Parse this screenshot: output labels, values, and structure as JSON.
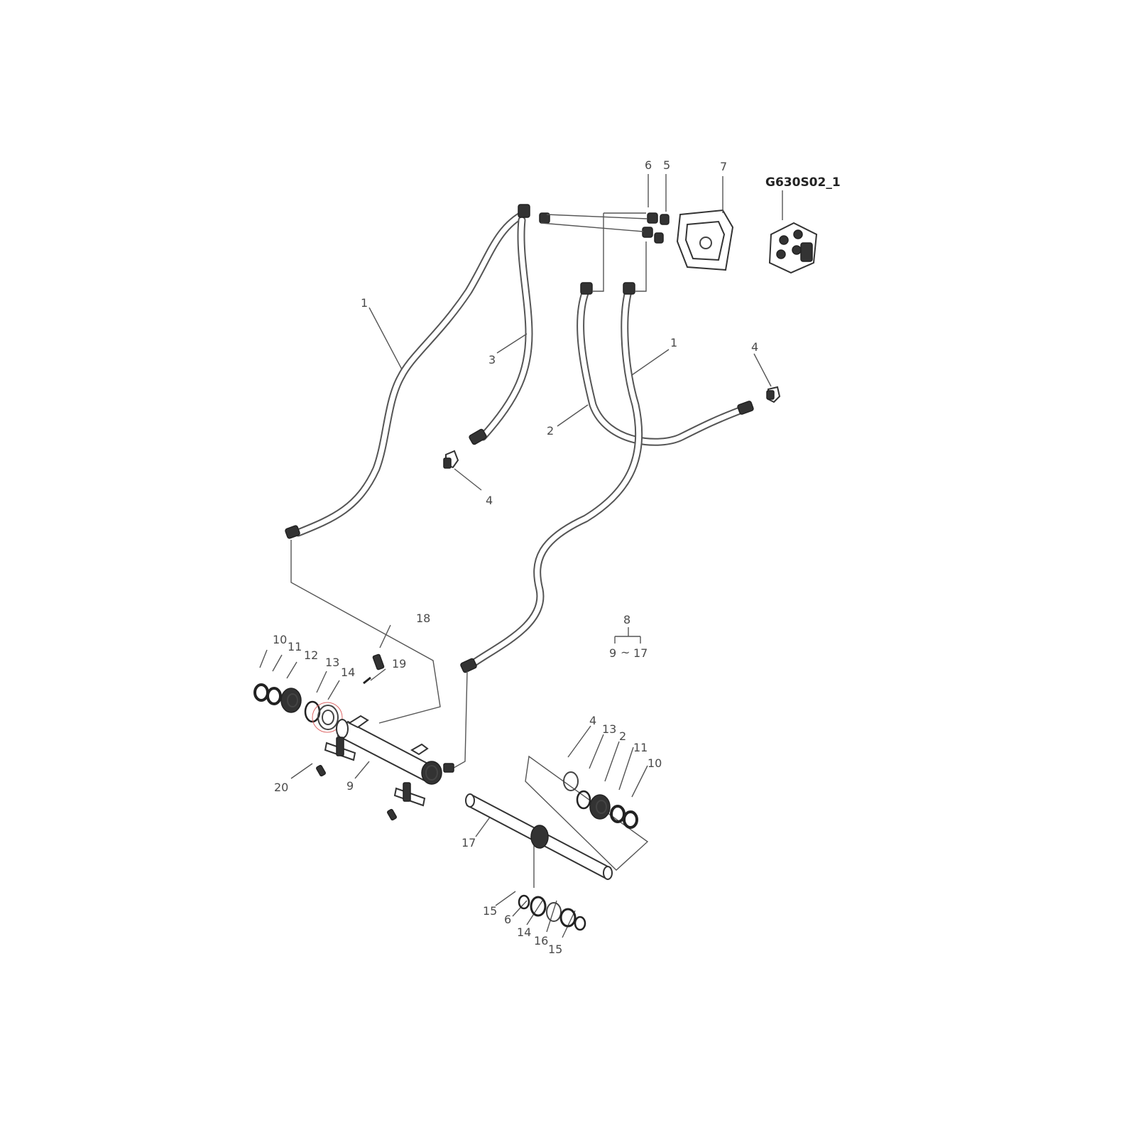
{
  "diagram": {
    "drawing_code": "G630S02_1",
    "assembly_label": {
      "top": "8",
      "bottom_left": "9",
      "range_sep": "~",
      "bottom_right": "17"
    },
    "callouts": [
      {
        "id": "c6",
        "text": "6"
      },
      {
        "id": "c5",
        "text": "5"
      },
      {
        "id": "c7",
        "text": "7"
      },
      {
        "id": "c1a",
        "text": "1"
      },
      {
        "id": "c3",
        "text": "3"
      },
      {
        "id": "c1b",
        "text": "1"
      },
      {
        "id": "c4a",
        "text": "4"
      },
      {
        "id": "c2",
        "text": "2"
      },
      {
        "id": "c4b",
        "text": "4"
      },
      {
        "id": "c18",
        "text": "18"
      },
      {
        "id": "c10a",
        "text": "10"
      },
      {
        "id": "c11a",
        "text": "11"
      },
      {
        "id": "c12a",
        "text": "12"
      },
      {
        "id": "c13a",
        "text": "13"
      },
      {
        "id": "c14a",
        "text": "14"
      },
      {
        "id": "c19",
        "text": "19"
      },
      {
        "id": "c20",
        "text": "20"
      },
      {
        "id": "c9",
        "text": "9"
      },
      {
        "id": "c14b",
        "text": "4"
      },
      {
        "id": "c13b",
        "text": "13"
      },
      {
        "id": "c12b",
        "text": "2"
      },
      {
        "id": "c11b",
        "text": "11"
      },
      {
        "id": "c10b",
        "text": "10"
      },
      {
        "id": "c17",
        "text": "17"
      },
      {
        "id": "c15a",
        "text": "15"
      },
      {
        "id": "c6b",
        "text": "6"
      },
      {
        "id": "c14c",
        "text": "14"
      },
      {
        "id": "c16",
        "text": "16"
      },
      {
        "id": "c15b",
        "text": "15"
      }
    ]
  }
}
